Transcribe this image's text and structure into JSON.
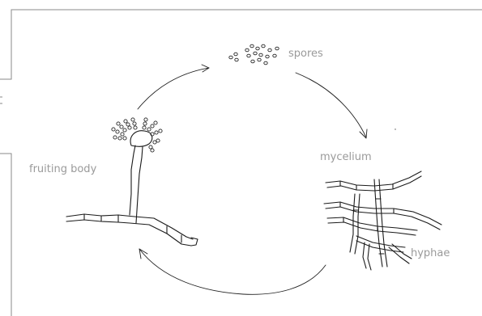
{
  "labels": {
    "spores": "spores",
    "mycelium": "mycelium",
    "fruiting_body": "fruiting body",
    "hyphae": "hyphae"
  },
  "colors": {
    "ink": "#1a1a1a",
    "label": "#9a9a9a",
    "frame": "#8a8a8a"
  }
}
